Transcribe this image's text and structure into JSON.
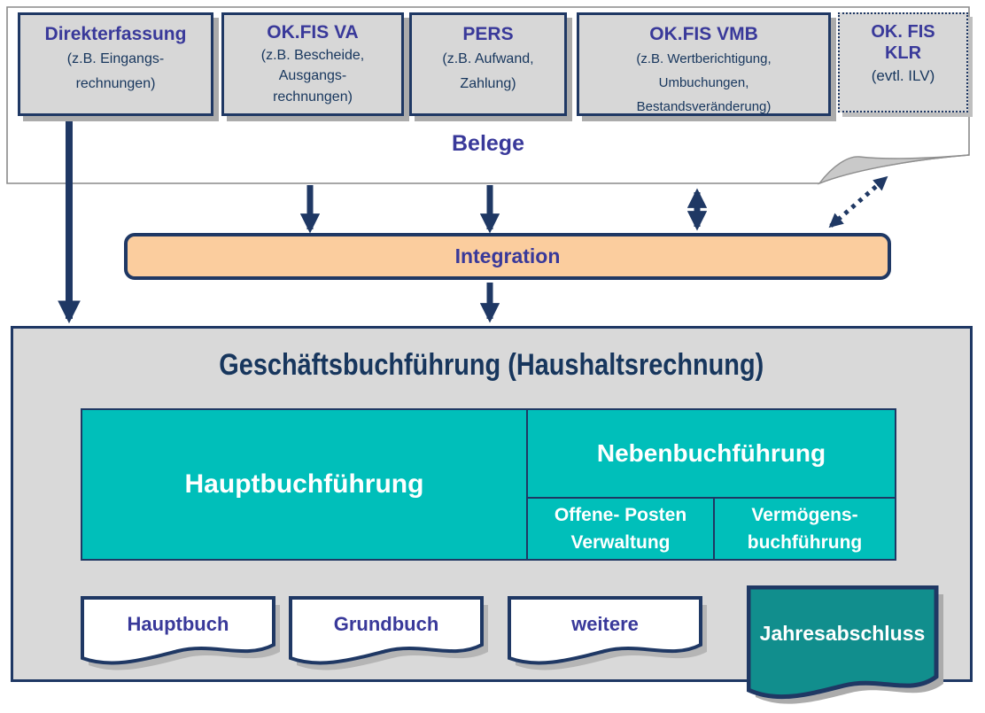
{
  "palette": {
    "navy_border": "#1F3864",
    "heading_blue": "#39399A",
    "body_navy": "#17365D",
    "teal": "#00BFBA",
    "teal_dark": "#118E8D",
    "peach": "#FBCD9E",
    "box_gray": "#D7D7D7",
    "panel_gray": "#D9D9D9"
  },
  "sources": {
    "caption": "Belege",
    "boxes": [
      {
        "title": "Direkterfassung",
        "lines": [
          "(z.B. Eingangs-",
          "rechnungen)"
        ]
      },
      {
        "title": "OK.FIS VA",
        "lines": [
          "(z.B. Bescheide,",
          "Ausgangs-",
          "rechnungen)"
        ]
      },
      {
        "title": "PERS",
        "lines": [
          "(z.B. Aufwand,",
          "Zahlung)"
        ]
      },
      {
        "title": "OK.FIS VMB",
        "lines": [
          "(z.B. Wertberichtigung,",
          "Umbuchungen,",
          "Bestandsveränderung)"
        ]
      },
      {
        "title": "OK. FIS KLR",
        "lines": [
          "(evtl. ILV)"
        ]
      }
    ]
  },
  "integration": {
    "label": "Integration"
  },
  "ledger": {
    "title": "Geschäftsbuchführung (Haushaltsrechnung)",
    "cells": {
      "haupt": "Hauptbuchführung",
      "neben": "Nebenbuchführung",
      "offene": [
        "Offene- Posten",
        "Verwaltung"
      ],
      "vermoegen": [
        "Vermögens-",
        "buchführung"
      ]
    },
    "documents": [
      {
        "label": "Hauptbuch"
      },
      {
        "label": "Grundbuch"
      },
      {
        "label": "weitere"
      }
    ],
    "result_document": {
      "label": "Jahresabschluss"
    }
  }
}
